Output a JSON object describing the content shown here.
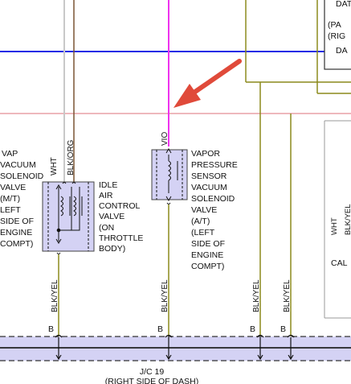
{
  "colors": {
    "violet_wire": "#ee33ee",
    "blue_wire": "#1a2ce6",
    "pink_wire": "#e8a0a6",
    "olive_wire": "#8c8a1c",
    "brown_wire": "#7a5533",
    "white_wire": "#c8c8c8",
    "black_wire": "#333333",
    "component_fill": "#d4d2f4",
    "arrow": "#e04a3a"
  },
  "top_right_box": {
    "lines": [
      "DAT",
      "(PA",
      "(RIG",
      "DA"
    ]
  },
  "evap_valve": {
    "lines": [
      "VAP",
      "VACUUM",
      "SOLENOID",
      "VALVE",
      "(M/T)",
      "LEFT",
      "SIDE OF",
      "ENGINE",
      "COMPT)"
    ]
  },
  "iac_valve": {
    "wire_left": "WHT",
    "wire_right": "BLK/ORG",
    "lines": [
      "IDLE",
      "AIR",
      "CONTROL",
      "VALVE",
      "(ON",
      "THROTTLE",
      "BODY)"
    ],
    "bottom_wire": "BLK/YEL",
    "pin": "B"
  },
  "vapor_valve": {
    "wire_top": "VIO",
    "lines": [
      "VAPOR",
      "PRESSURE",
      "SENSOR",
      "VACUUM",
      "SOLENOID",
      "VALVE",
      "(A/T)",
      "(LEFT",
      "SIDE OF",
      "ENGINE",
      "COMPT)"
    ],
    "bottom_wire": "BLK/YEL",
    "pin": "B"
  },
  "wire_c": {
    "label": "BLK/YEL",
    "pin": "B"
  },
  "wire_d": {
    "label": "BLK/YEL",
    "pin": "B"
  },
  "right_component": {
    "wire_left": "WHT",
    "wire_right": "BLK/YEL",
    "caption": "CAL"
  },
  "junction": {
    "name": "J/C 19",
    "location": "(RIGHT SIDE OF DASH)"
  }
}
